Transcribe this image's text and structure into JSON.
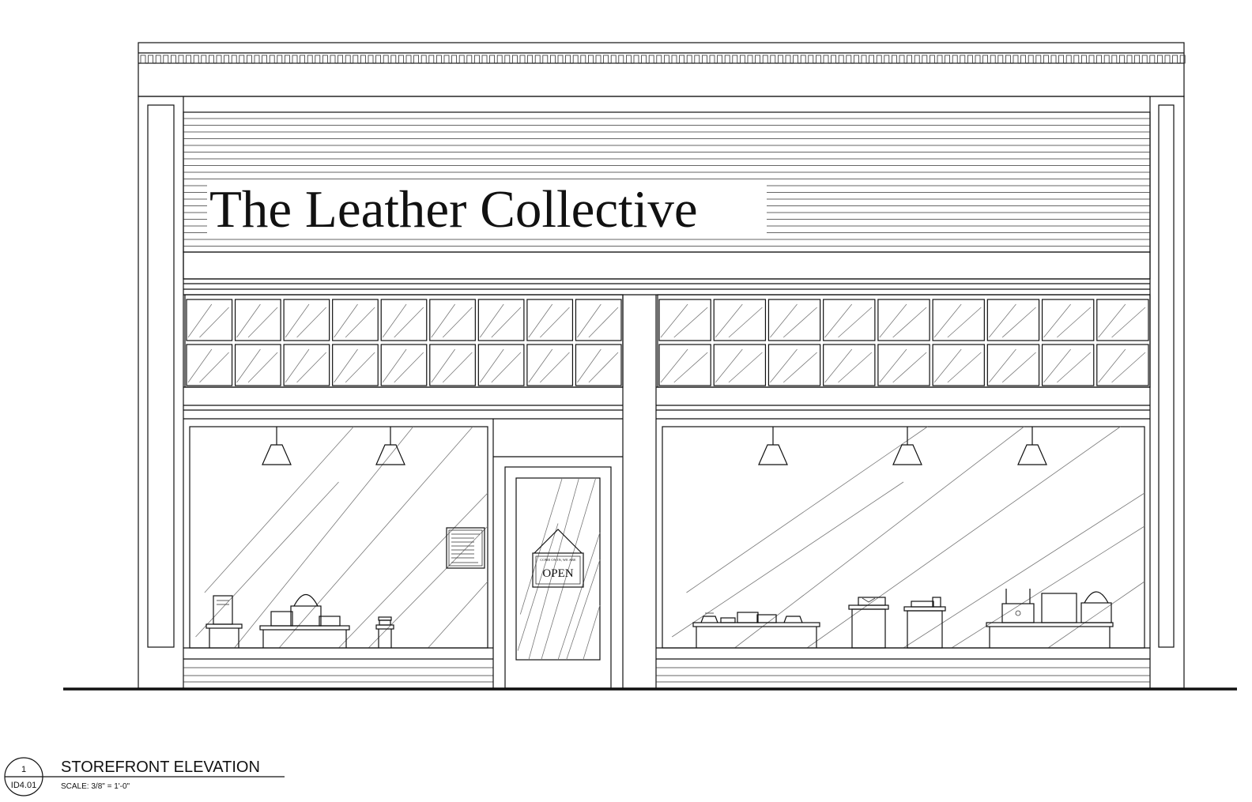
{
  "sign": {
    "text": "The Leather Collective"
  },
  "door": {
    "hours_sign_small_text": "COME ON IN, WE ARE",
    "open_text": "OPEN"
  },
  "title_block": {
    "detail_number": "1",
    "sheet_number": "ID4.01",
    "title": "STOREFRONT ELEVATION",
    "scale": "SCALE: 3/8\" = 1'-0\""
  }
}
